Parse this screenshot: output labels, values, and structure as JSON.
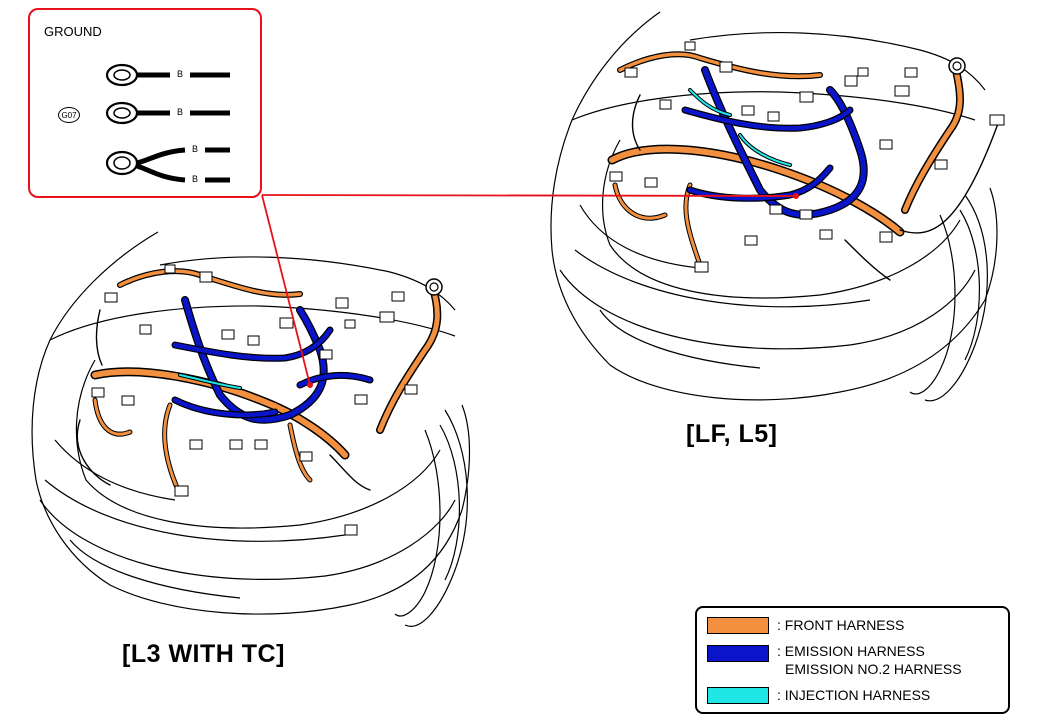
{
  "ground": {
    "title": "GROUND",
    "id": "G07",
    "wire_color": "B"
  },
  "labels": {
    "right_car": "[LF, L5]",
    "left_car": "[L3 WITH TC]"
  },
  "legend": {
    "items": [
      {
        "text": ": FRONT HARNESS",
        "color": "#f29040"
      },
      {
        "text": ": EMISSION HARNESS",
        "text2": "EMISSION NO.2 HARNESS",
        "color": "#0a14c8"
      },
      {
        "text": ": INJECTION HARNESS",
        "color": "#20e6e6"
      }
    ]
  },
  "colors": {
    "callout": "#e8101a",
    "front_harness": "#f29040",
    "emission_harness": "#0a14c8",
    "injection_harness": "#20e6e6"
  }
}
